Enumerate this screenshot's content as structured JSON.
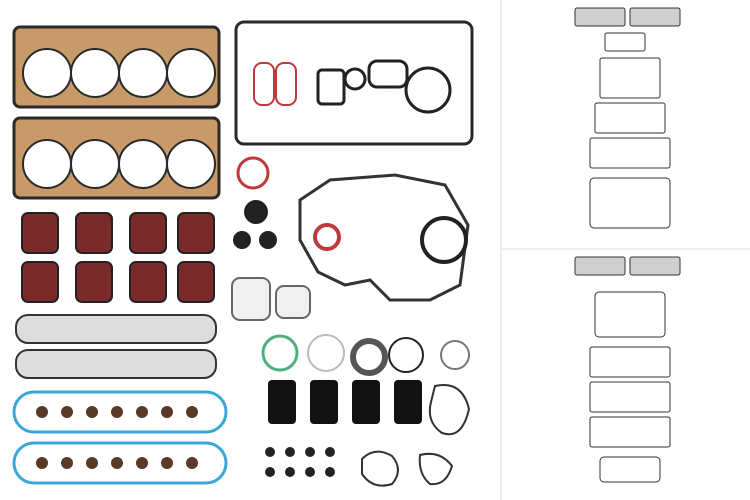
{
  "gallery": {
    "main_image": {
      "subject": "engine-gasket-set",
      "selected_thumbnail": 0
    },
    "thumbnails": [
      {
        "subject": "engine-gasket-set-layout-a"
      },
      {
        "subject": "engine-gasket-set-layout-b"
      }
    ]
  },
  "colors": {
    "background": "#ffffff",
    "divider": "#eeeeee",
    "head_gasket_fill": "#c89a6a",
    "gasket_outline": "#2a2a2a",
    "intake_gasket_fill": "#7a2a2a",
    "silicone_blue": "#3aa7d6",
    "valve_seal": "#5a3a26",
    "rear_seal_red": "#c0393b",
    "green_oring": "#4caf7d"
  }
}
